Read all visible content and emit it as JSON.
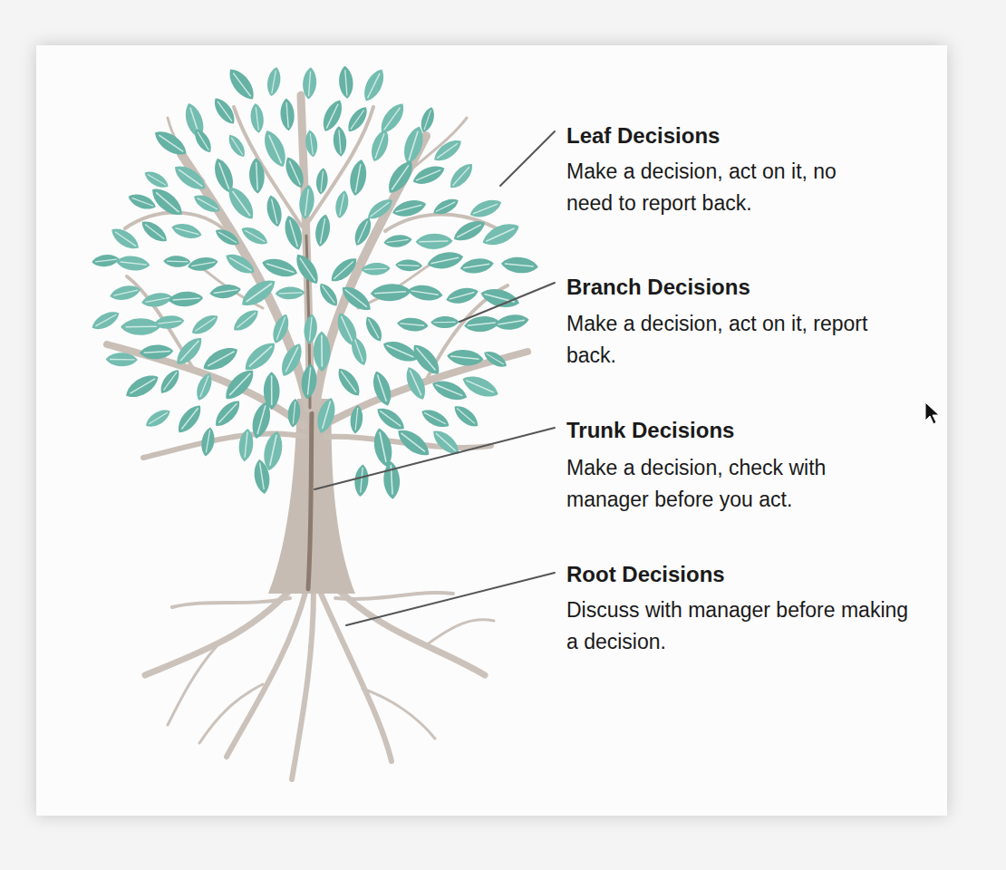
{
  "diagram": {
    "labels": [
      "Leaf Decisions",
      "Make a decision, act on it, no need to report back.",
      "Branch Decisions",
      "Make a decision, act on it, report back.",
      "Trunk Decisions",
      "Make a decision, check with manager before you act.",
      "Root Decisions",
      "Discuss with manager before making a decision."
    ]
  }
}
